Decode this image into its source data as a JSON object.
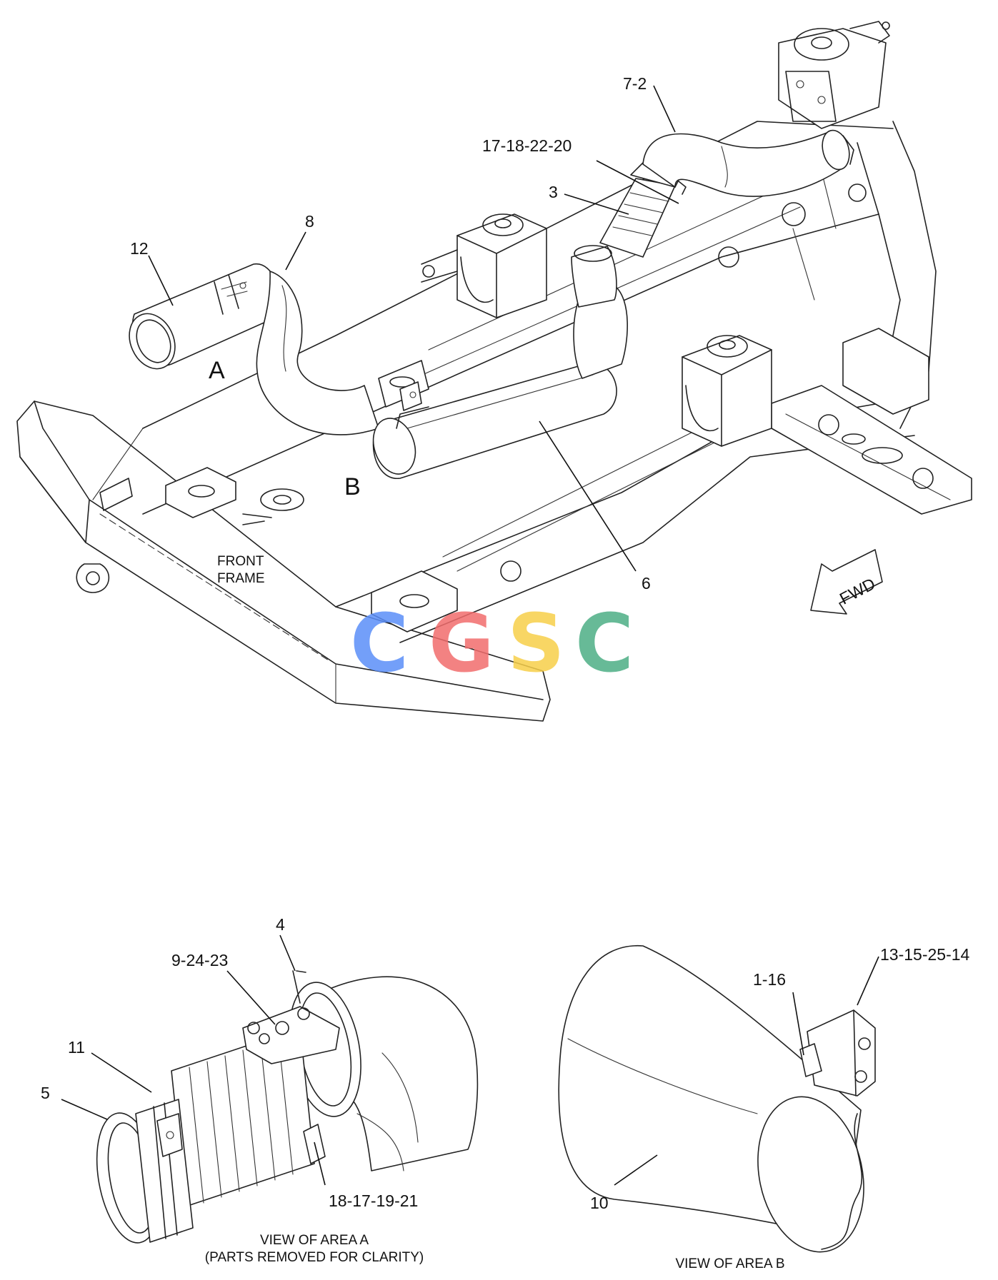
{
  "callouts": {
    "c_7_2": "7-2",
    "c_17_18_22_20": "17-18-22-20",
    "c_3": "3",
    "c_8": "8",
    "c_12": "12",
    "c_6": "6",
    "c_4": "4",
    "c_9_24_23": "9-24-23",
    "c_11": "11",
    "c_5": "5",
    "c_18_17_19_21": "18-17-19-21",
    "c_1_16": "1-16",
    "c_13_15_25_14": "13-15-25-14",
    "c_10": "10"
  },
  "area_labels": {
    "a": "A",
    "b": "B"
  },
  "frame_label": {
    "line1": "FRONT",
    "line2": "FRAME"
  },
  "fwd_arrow": {
    "text": "FWD"
  },
  "captions": {
    "view_a_line1": "VIEW OF AREA  A",
    "view_a_line2": "(PARTS REMOVED FOR CLARITY)",
    "view_b": "VIEW OF AREA  B"
  },
  "watermark": {
    "letters": [
      "C",
      "G",
      "S",
      "C"
    ],
    "colors": [
      "#5b8ff9",
      "#f26d6d",
      "#f7cf4a",
      "#4daf85"
    ]
  }
}
